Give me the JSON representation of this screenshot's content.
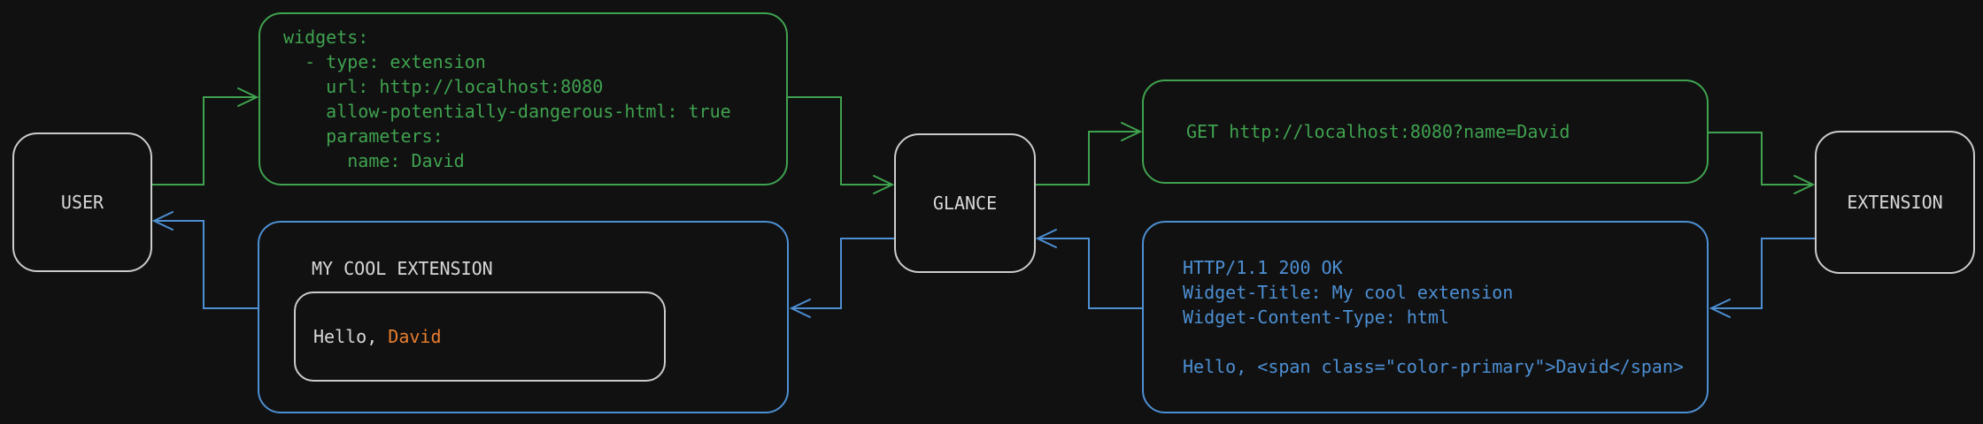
{
  "theme": {
    "background": "#111111",
    "request_green": "#3fa24f",
    "response_blue": "#4d8fd3",
    "highlight_orange": "#e87e2e",
    "neutral_gray": "#cbcbcb",
    "text_gray": "#d8d8d8"
  },
  "nodes": {
    "user_label": "USER",
    "glance_label": "GLANCE",
    "extension_label": "EXTENSION"
  },
  "config_box": {
    "code": "widgets:\n  - type: extension\n    url: http://localhost:8080\n    allow-potentially-dangerous-html: true\n    parameters:\n      name: David"
  },
  "request_box": {
    "code": "GET http://localhost:8080?name=David"
  },
  "response_box": {
    "code": "HTTP/1.1 200 OK\nWidget-Title: My cool extension\nWidget-Content-Type: html\n\nHello, <span class=\"color-primary\">David</span>"
  },
  "widget_box": {
    "title": "MY COOL EXTENSION",
    "greeting_prefix": "Hello, ",
    "greeting_name": "David"
  }
}
